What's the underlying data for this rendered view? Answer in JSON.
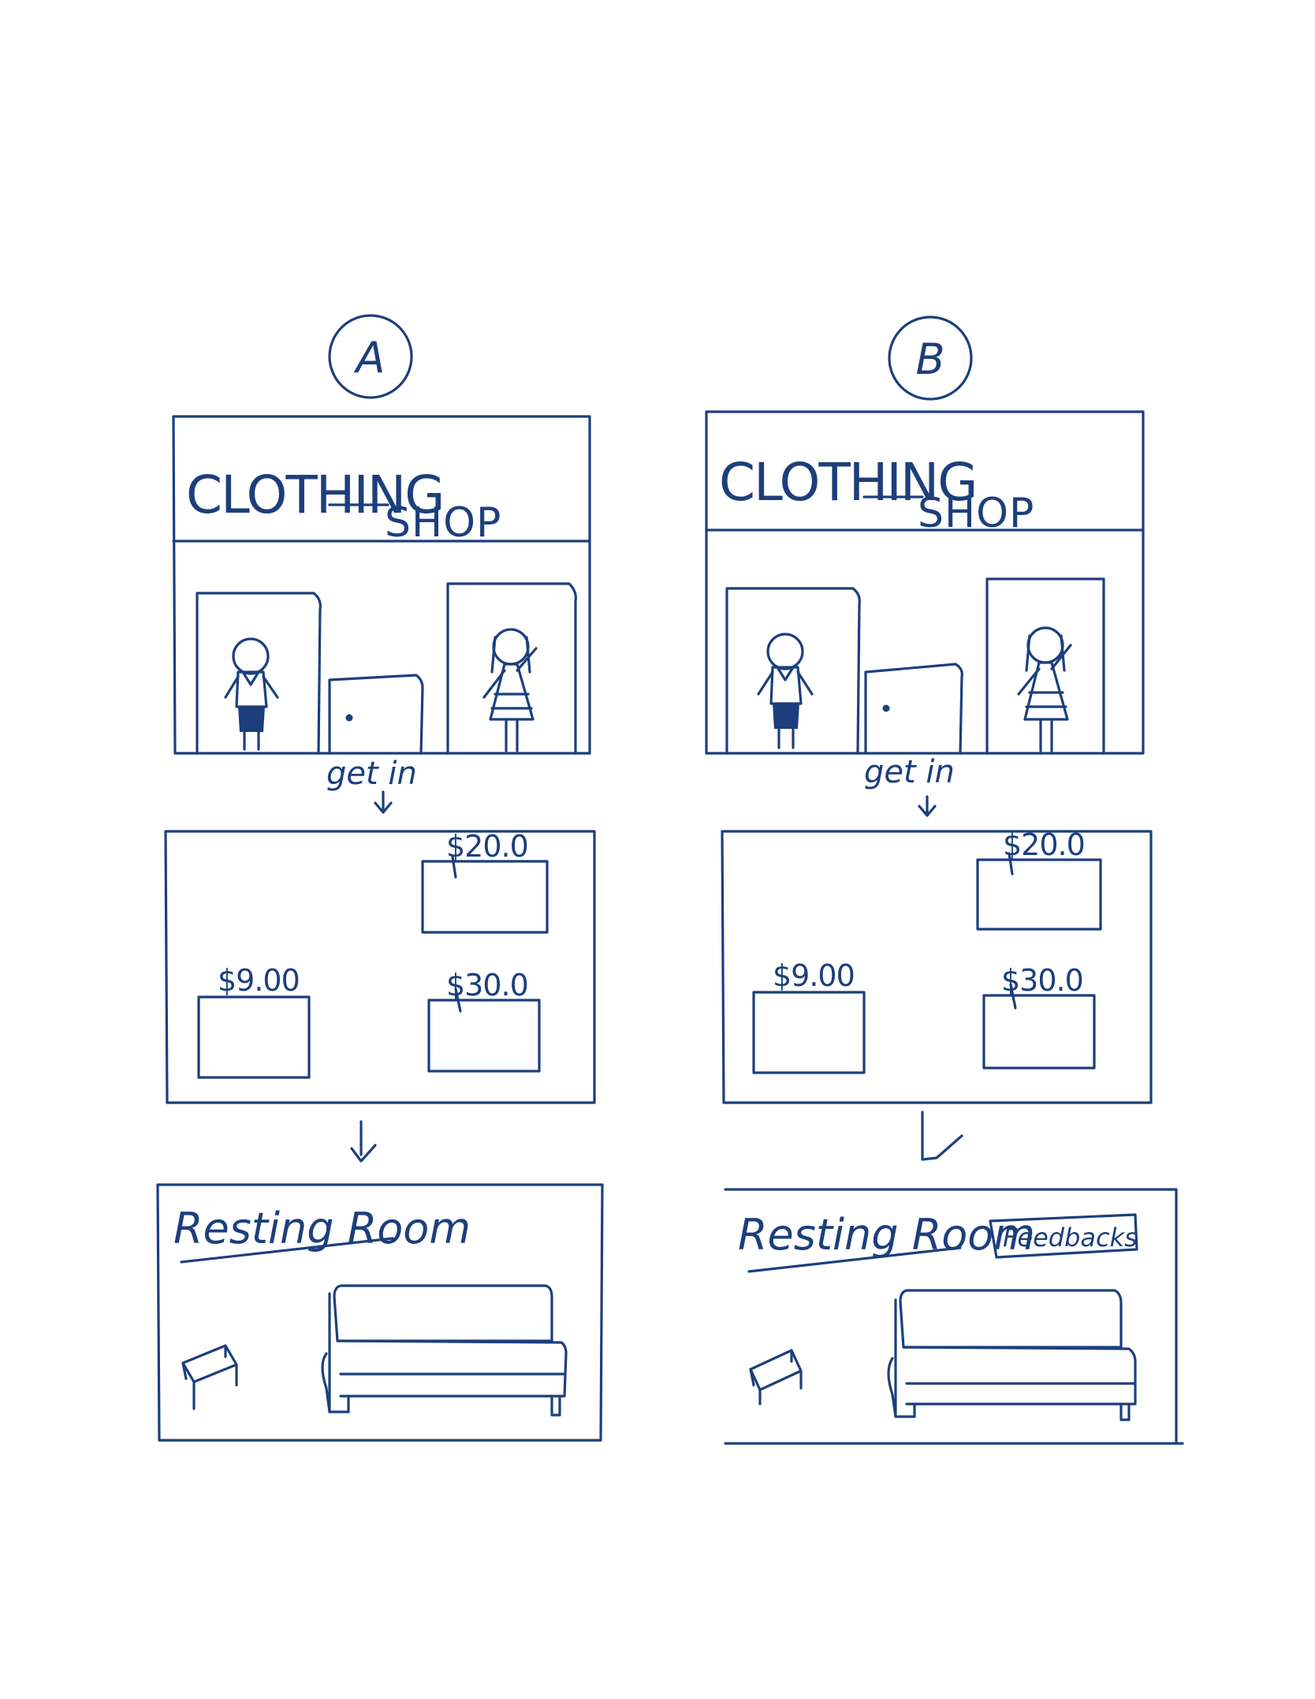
{
  "palette": {
    "ink": "#1c3f7c",
    "paper": "#ffffff"
  },
  "panels": [
    {
      "label": "A",
      "shop_sign_line1": "CLOTHING",
      "shop_sign_line2": "SHOP",
      "transition_text": "get in",
      "prices": [
        "$20.0",
        "$9.00",
        "$30.0"
      ],
      "room_title": "Resting Room",
      "feedback_button": null
    },
    {
      "label": "B",
      "shop_sign_line1": "CLOTHING",
      "shop_sign_line2": "SHOP",
      "transition_text": "get in",
      "prices": [
        "$20.0",
        "$9.00",
        "$30.0"
      ],
      "room_title": "Resting Room",
      "feedback_button": "Feedbacks"
    }
  ]
}
